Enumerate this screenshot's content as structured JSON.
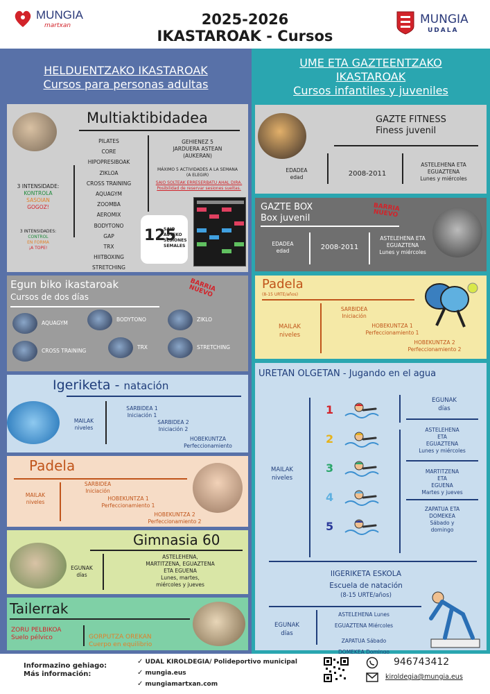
{
  "header": {
    "logo_left": {
      "name": "MUNGIA",
      "sub": "martxan"
    },
    "title_line1": "2025-2026",
    "title_line2": "IKASTAROAK - Cursos",
    "logo_right": {
      "name": "MUNGIA",
      "sub": "UDALA"
    }
  },
  "colors": {
    "left_bg": "#5871a8",
    "right_bg": "#2aa6b0",
    "gray_panel": "#cfcfcf",
    "dark_panel": "#6f6f6f",
    "yellow_panel": "#f5e9a7",
    "light_blue": "#c9ddee",
    "peach": "#f6dcc6",
    "green": "#d9e6a6",
    "mint": "#7fd0a6",
    "red": "#d2232a"
  },
  "left": {
    "heading1": "HELDUENTZAKO IKASTAROAK",
    "heading2": "Cursos para personas adultas",
    "multi": {
      "title": "Multiaktibidadea",
      "activities": [
        "PILATES",
        "CORE",
        "HIPOPRESIBOAK",
        "ZIKLOA",
        "CROSS TRAINING",
        "AQUAGYM",
        "ZOOMBA",
        "AEROMIX",
        "BODYTONO",
        "GAP",
        "TRX",
        "HIITBOXING",
        "STRETCHING"
      ],
      "intensity_title": "3 INTENSIDADE:",
      "intensity_items": [
        "KONTROLA",
        "SASOIAN",
        "GOGOZ!"
      ],
      "intensity_title_es": "3 INTENSIDADES:",
      "intensity_items_es": [
        "CONTROL",
        "EN FORMA",
        "¡A TOPE!"
      ],
      "max1": "GEHIENEZ 5",
      "max2": "JARDUERA ASTEAN",
      "max3": "(AUKERAN)",
      "max_es": "MÁXIMO 5  ACTIVIDADES A LA  SEMANA",
      "max_es2": "(A ELEGIR)",
      "reserve_eu": "SAIO SOLTEAK ERRESERBATU AHAL DIRA.",
      "reserve_es": "Posibilidad de reservar sesiones sueltas.",
      "badge_num": "125",
      "badge_text": [
        "SAIO",
        "ASTEKO",
        "SESIONES",
        "SEMALES"
      ]
    },
    "twoday": {
      "title": "Egun biko ikastaroak",
      "subtitle": "Cursos de dos días",
      "new_badge1": "BARRIA",
      "new_badge2": "NUEVO",
      "items": [
        "AQUAGYM",
        "BODYTONO",
        "ZIKLO",
        "CROSS TRAINING",
        "TRX",
        "STRETCHING"
      ]
    },
    "swim": {
      "title": "Igeriketa - ",
      "title_es": "natación",
      "levels_eu": "MAILAK",
      "levels_es": "niveles",
      "l1": "SARBIDEA 1",
      "l1es": "Iniciación 1",
      "l2": "SARBIDEA 2",
      "l2es": "Iniciación 2",
      "l3": "HOBEKUNTZA",
      "l3es": "Perfeccionamiento"
    },
    "padel": {
      "title": "Padela",
      "levels_eu": "MAILAK",
      "levels_es": "niveles",
      "l1": "SARBIDEA",
      "l1es": "Iniciación",
      "l2": "HOBEKUNTZA 1",
      "l2es": "Perfeccionamiento 1",
      "l3": "HOBEKUNTZA 2",
      "l3es": "Perfeccionamiento 2"
    },
    "gym60": {
      "title": "Gimnasia 60",
      "days_eu": "EGUNAK",
      "days_es": "días",
      "d1": "ASTELEHENA,",
      "d2": "MARTITZENA, EGUAZTENA",
      "d3": "ETA EGUENA",
      "d4": "Lunes, martes,",
      "d5": "miércoles y jueves"
    },
    "workshops": {
      "title": "Tailerrak",
      "w1": "ZORU PELBIKOA",
      "w1es": "Suelo pélvico",
      "w2": "GORPUTZA OREKAN",
      "w2es": "Cuerpo en equilibrio"
    }
  },
  "right": {
    "heading1": "UME ETA GAZTEENTZAKO",
    "heading2": "IKASTAROAK",
    "heading3": "Cursos infantiles y juveniles",
    "fitness": {
      "title": "GAZTE FITNESS",
      "title_es": "Finess juvenil",
      "age_eu": "EDADEA",
      "age_es": "edad",
      "years": "2008-2011",
      "days1": "ASTELEHENA ETA",
      "days2": "EGUAZTENA",
      "days3": "Lunes y miércoles"
    },
    "box": {
      "title": "GAZTE BOX",
      "title_es": "Box juvenil",
      "new1": "BARRIA",
      "new2": "NUEVO",
      "age_eu": "EDADEA",
      "age_es": "edad",
      "years": "2008-2011",
      "days1": "ASTELEHENA ETA",
      "days2": "EGUAZTENA",
      "days3": "Lunes y miércoles"
    },
    "padel": {
      "title": "Padela",
      "subtitle": "(8-15 URTE/años)",
      "levels_eu": "MAILAK",
      "levels_es": "niveles",
      "l1": "SARBIDEA",
      "l1es": "Iniciación",
      "l2": "HOBEKUNTZA 1",
      "l2es": "Perfeccionamiento 1",
      "l3": "HOBEKUNTZA 2",
      "l3es": "Perfeccionamiento 2"
    },
    "water": {
      "title": "URETAN OLGETAN - Jugando en el agua",
      "levels_eu": "MAILAK",
      "levels_es": "niveles",
      "numbers": [
        "1",
        "2",
        "3",
        "4",
        "5"
      ],
      "days_eu": "EGUNAK",
      "days_es": "días",
      "g1a": "ASTELEHENA",
      "g1b": "ETA",
      "g1c": "EGUAZTENA",
      "g1d": "Lunes y miércoles",
      "g2a": "MARTITZENA",
      "g2b": "ETA",
      "g2c": "EGUENA",
      "g2d": "Martes y jueves",
      "g3a": "ZAPATUA ETA",
      "g3b": "DOMEKEA",
      "g3c": "Sábado y",
      "g3d": "domingo",
      "school1": "IIGERIKETA ESKOLA",
      "school2": "Escuela de natación",
      "school3": "(8-15 URTE/años)",
      "s_days_eu": "EGUNAK",
      "s_days_es": "días",
      "s1": "ASTELEHENA Lunes",
      "s2": "EGUAZTENA  Miércoles",
      "s3": "ZAPATUA Sábado",
      "s4": "DOMEKEA Domingo"
    }
  },
  "footer": {
    "info1": "Informazino gehiago:",
    "info2": "Más información:",
    "link1": "UDAL KIROLDEGIA/ Polideportivo municipal",
    "link2": "mungia.eus",
    "link3": "mungiamartxan.com",
    "phone": "946743412",
    "email": "kiroldegia@mungia.eus"
  }
}
